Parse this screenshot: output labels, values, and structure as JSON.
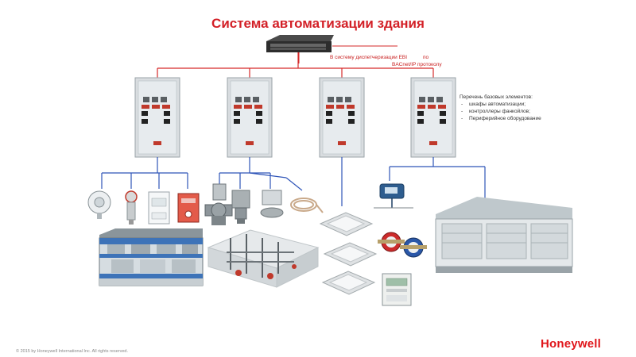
{
  "title": "Система автоматизации здания",
  "dispatch": {
    "line1": "В систему диспетчеризации EBI",
    "line1_tail": "по",
    "line2": "BACnet/IP протоколу"
  },
  "base_elements": {
    "heading": "Перечень базовых элементов:",
    "items": [
      "шкафы автоматизации;",
      "контроллеры фанкойлов;",
      "Периферийное оборудование"
    ]
  },
  "footer": "© 2015 by Honeywell International Inc. All rights reserved.",
  "logo": "Honeywell",
  "cabinet_label": "",
  "colors": {
    "title": "#d32027",
    "bus_red": "#d62a2a",
    "field_blue": "#2f55b8",
    "logo": "#e0161b"
  }
}
